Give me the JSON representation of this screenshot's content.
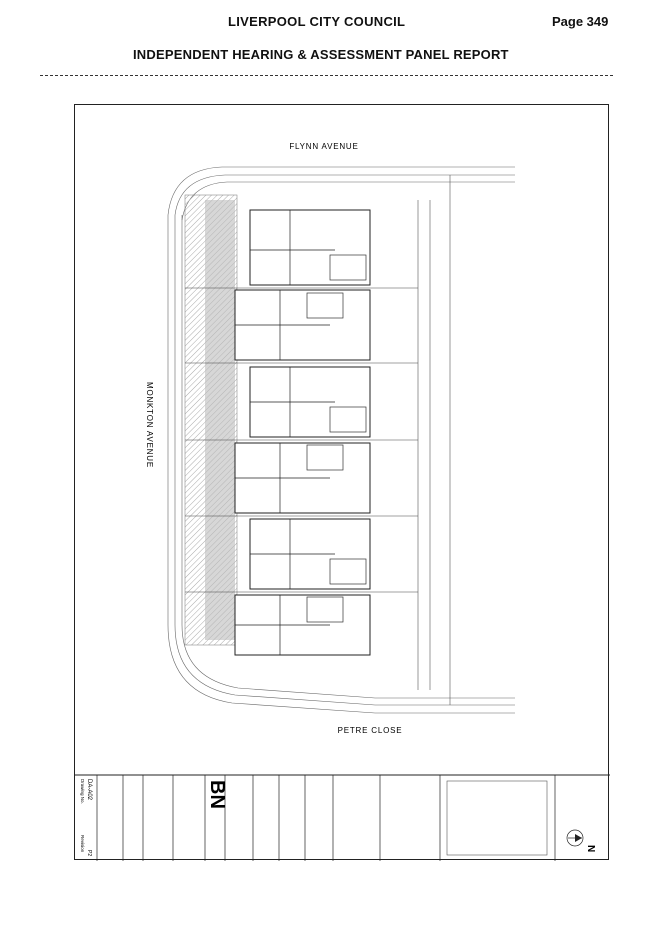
{
  "header": {
    "council": "LIVERPOOL CITY COUNCIL",
    "page": "Page 349",
    "subtitle": "INDEPENDENT HEARING & ASSESSMENT PANEL REPORT"
  },
  "plan": {
    "street_top": "FLYNN AVENUE",
    "street_left": "MONKTON AVENUE",
    "street_bottom": "PETRE CLOSE"
  },
  "title_block": {
    "logo": "BN",
    "drawing_no_label": "Drawing No.",
    "drawing_no": "DA-A02",
    "revision_label": "Revision",
    "revision": "P2"
  },
  "colors": {
    "line": "#222222",
    "shade": "#9a9a9a",
    "hatch": "#bbbbbb"
  }
}
